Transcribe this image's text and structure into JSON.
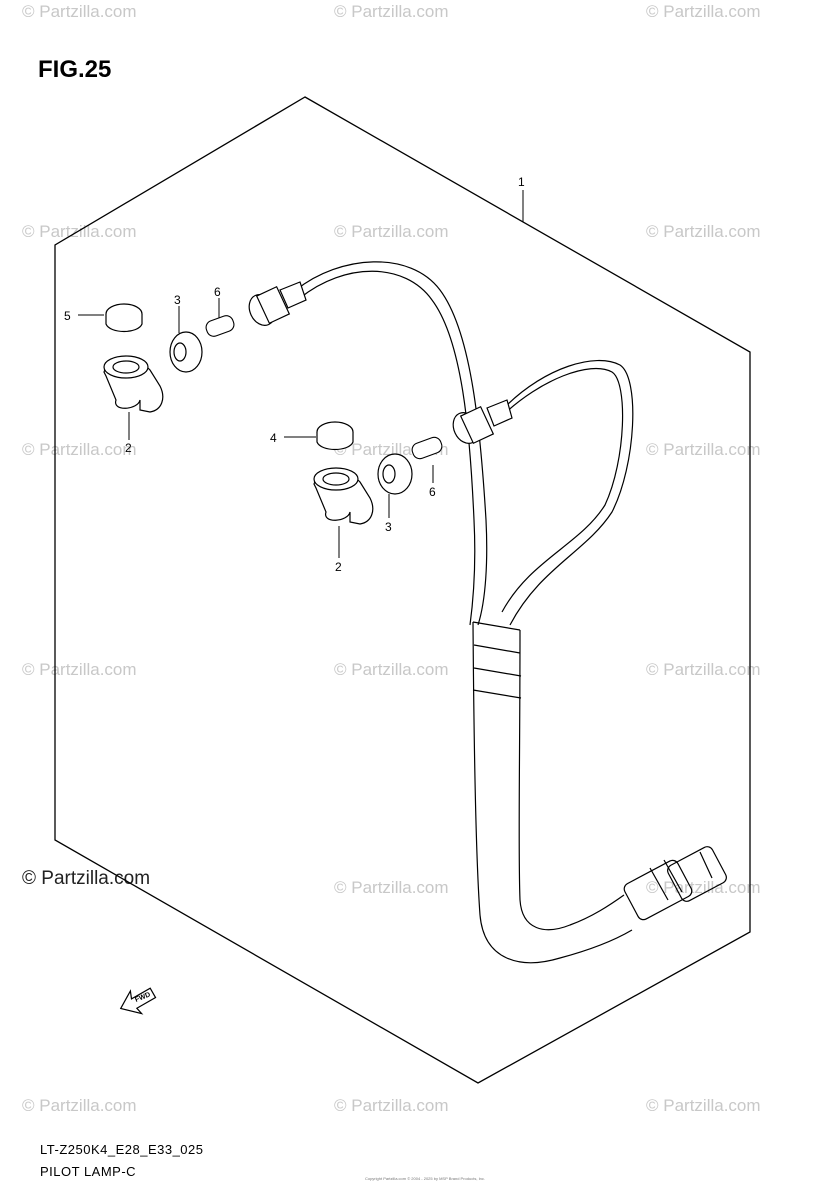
{
  "figure": {
    "title": "FIG.25"
  },
  "watermarks": {
    "small_text": "© Partzilla.com",
    "main_text": "© Partzilla.com"
  },
  "parts": {
    "label_1": "1",
    "label_2a": "2",
    "label_2b": "2",
    "label_3a": "3",
    "label_3b": "3",
    "label_4": "4",
    "label_5": "5",
    "label_6a": "6",
    "label_6b": "6"
  },
  "arrow": {
    "text": "FWD"
  },
  "footer": {
    "code": "LT-Z250K4_E28_E33_025",
    "name": "PILOT LAMP-C",
    "copyright": "Copyright Partzilla.com © 2004 - 2025 by MSP Brand Products, Inc."
  }
}
